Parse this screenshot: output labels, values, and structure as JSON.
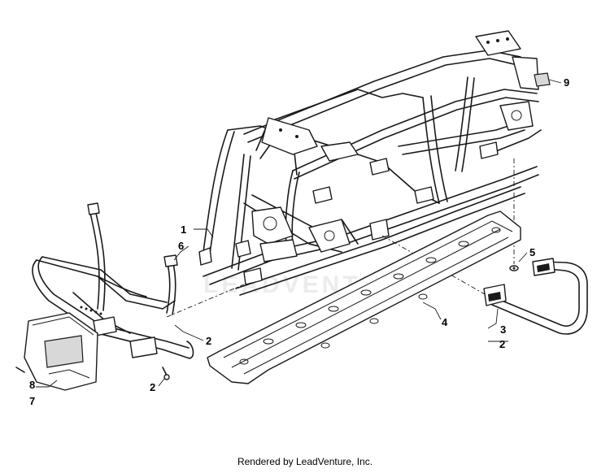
{
  "watermark": "LEADVENTURE",
  "footer": "Rendered by LeadVenture, Inc.",
  "callouts": [
    {
      "id": "c1",
      "text": "1"
    },
    {
      "id": "c6",
      "text": "6"
    },
    {
      "id": "c2a",
      "text": "2"
    },
    {
      "id": "c2b",
      "text": "2"
    },
    {
      "id": "c8",
      "text": "8"
    },
    {
      "id": "c7",
      "text": "7"
    },
    {
      "id": "c4",
      "text": "4"
    },
    {
      "id": "c5",
      "text": "5"
    },
    {
      "id": "c3",
      "text": "3"
    },
    {
      "id": "c2c",
      "text": "2"
    },
    {
      "id": "c9",
      "text": "9"
    }
  ]
}
